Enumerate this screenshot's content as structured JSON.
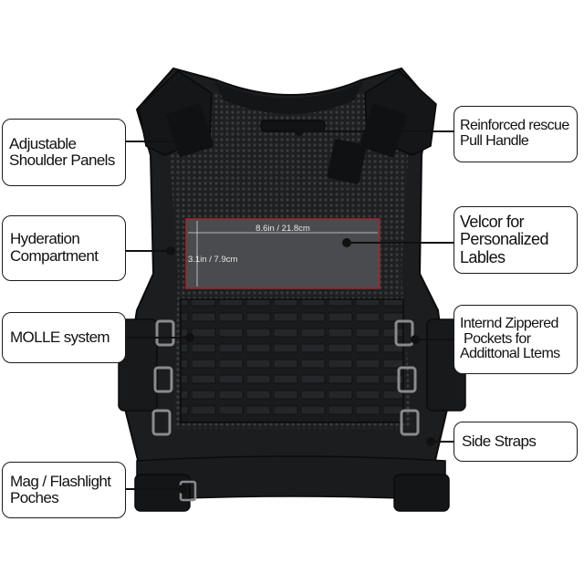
{
  "callouts": {
    "shoulder": [
      "Adjustable",
      "Shoulder Panels"
    ],
    "hydration": [
      "Hyderation",
      "Compartment"
    ],
    "molle": [
      "MOLLE system"
    ],
    "mag": [
      "Mag / Flashlight",
      "Poches"
    ],
    "rescue": [
      "Reinforced rescue",
      "Pull Handle"
    ],
    "velcro": [
      "Velcor for",
      "Personalized",
      "Lables"
    ],
    "pockets": [
      "Internd Zippered",
      "Pockets for",
      "Addittonal Ltems"
    ],
    "straps": [
      "Side Straps"
    ]
  },
  "dimensions": {
    "width": "8.6in / 21.8cm",
    "height": "3.1in / 7.9cm"
  },
  "colors": {
    "vest": "#1c1d1f",
    "mesh": "#2a2b2e",
    "velcro_panel": "#4a4b4e",
    "panel_outline": "#a3262b",
    "leader": "#111111"
  }
}
